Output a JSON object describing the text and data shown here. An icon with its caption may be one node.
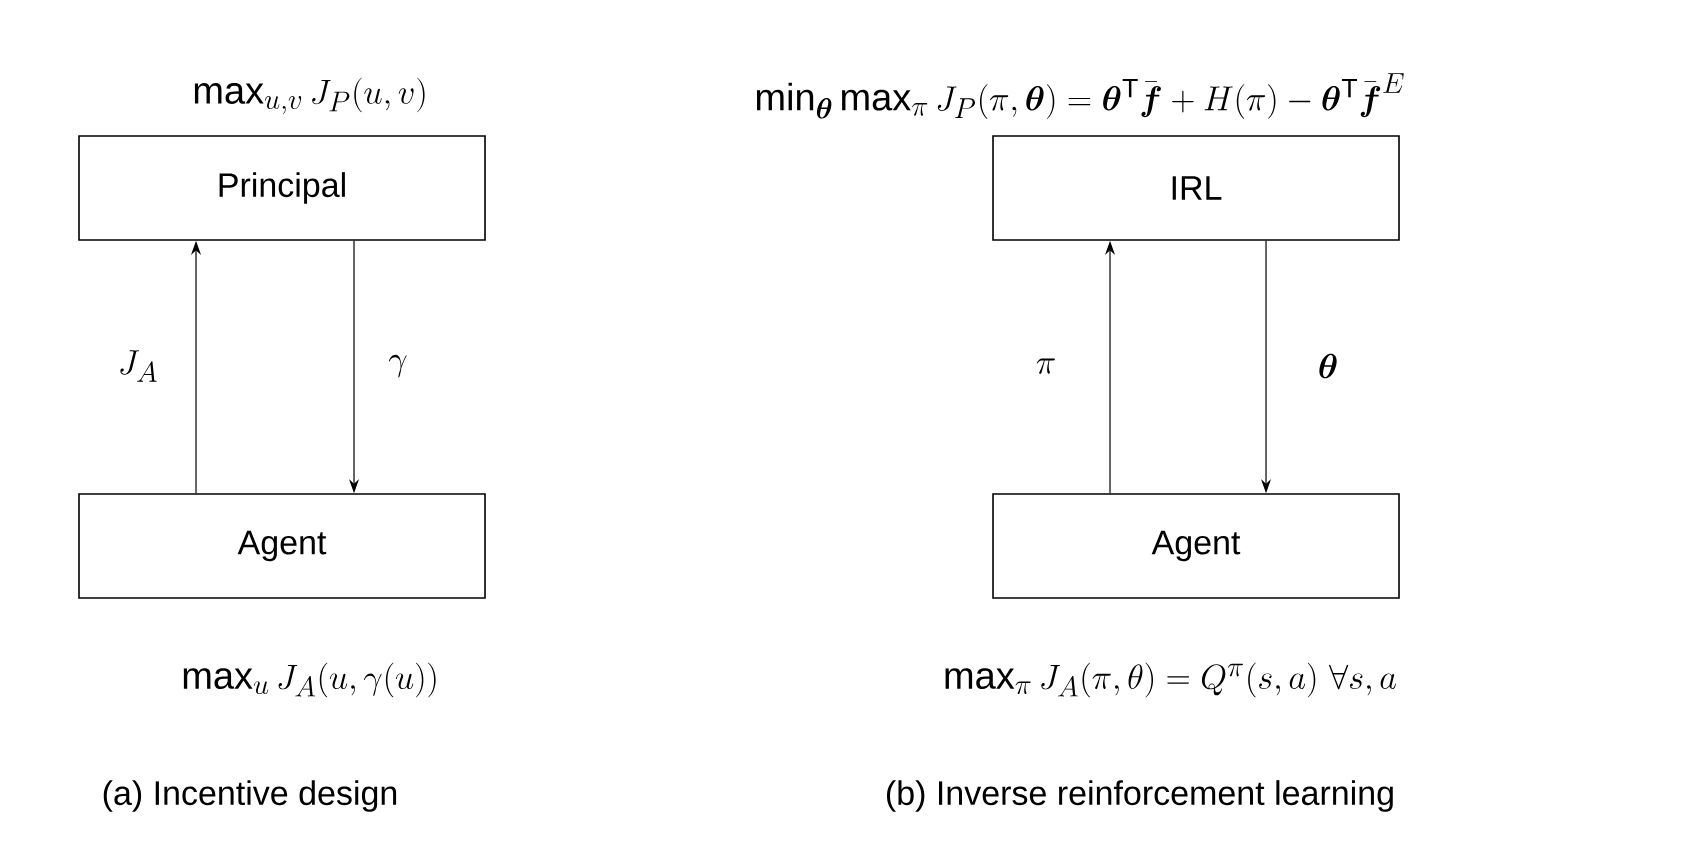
{
  "diagram": {
    "nodes": [
      {
        "text": [
          "Principal"
        ],
        "beside": [
          "\\max_{u,v} J_P(u,v)"
        ]
      },
      {
        "text": [
          "Agent"
        ],
        "beside": [
          "\\max_{u} J_A(u,\\gamma(u))"
        ]
      },
      {
        "text": [
          "IRL"
        ],
        "beside": [
          "\\min_{\\boldsymbol{\\theta}} \\max_{\\pi} J_P(\\pi,\\boldsymbol{\\theta}) = \\boldsymbol{\\theta}^{\\mathrm{T}}\\bar{\\boldsymbol{f}} + H(\\pi) - \\boldsymbol{\\theta}^{\\mathrm{T}}\\bar{\\boldsymbol{f}}^{E}"
        ]
      },
      {
        "text": [
          "Agent"
        ],
        "beside": [
          "\\max_{\\pi} J_A(\\pi,\\theta) = Q^{\\pi}(s,a)\\ \\forall s,a"
        ]
      }
    ],
    "edges": [
      {
        "from": 1,
        "to": 0,
        "arrow": "to",
        "label": "J_A"
      },
      {
        "from": 0,
        "to": 1,
        "arrow": "to",
        "label": "\\gamma"
      },
      {
        "from": 3,
        "to": 2,
        "arrow": "to",
        "label": "\\pi"
      },
      {
        "from": 2,
        "to": 3,
        "arrow": "to",
        "label": "\\boldsymbol{\\theta}"
      }
    ],
    "labels": [
      "(a) Incentive design",
      "(b) Inverse reinforcement learning"
    ]
  }
}
